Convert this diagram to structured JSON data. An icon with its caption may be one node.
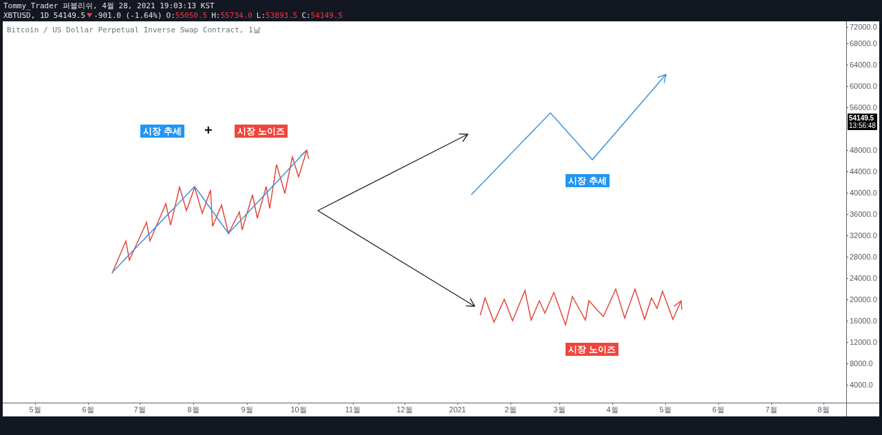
{
  "diagram": {
    "title": "Bitcoin / US Dollar Perpetual Inverse Swap Contract, 1날",
    "nodes": [
      {
        "text": [
          "시장 추세"
        ]
      },
      {
        "text": [
          "시장 노이즈"
        ]
      },
      {
        "text": [],
        "shape": "picture"
      },
      {
        "text": [],
        "shape": "picture"
      },
      {
        "text": [
          "시장 추세"
        ],
        "in": 3
      },
      {
        "text": [],
        "shape": "picture"
      },
      {
        "text": [
          "시장 노이즈"
        ]
      }
    ],
    "edges": [
      {
        "from": 2,
        "to": 3,
        "arrow": "to"
      },
      {
        "from": 2,
        "to": 5,
        "arrow": "to"
      }
    ],
    "labels": [
      "Tommy_Trader 퍼블리쉬, 4월 28, 2021 19:03:13 KST",
      "XBTUSD, 1D 54149.5",
      "-901.0 (-1.64%)",
      "O:",
      "55050.5",
      "H:",
      "55734.0",
      "L:",
      "53893.5",
      "C:",
      "54149.5",
      "+",
      "72000.0",
      "68000.0",
      "64000.0",
      "60000.0",
      "56000.0",
      "54149.5",
      "13:56:48",
      "48000.0",
      "44000.0",
      "40000.0",
      "36000.0",
      "32000.0",
      "28000.0",
      "24000.0",
      "20000.0",
      "16000.0",
      "12000.0",
      "8000.0",
      "4000.0",
      "5월",
      "6월",
      "7월",
      "8월",
      "9월",
      "10월",
      "11월",
      "12월",
      "2021",
      "2월",
      "3월",
      "4월",
      "5월",
      "6월",
      "7월",
      "8월"
    ]
  }
}
